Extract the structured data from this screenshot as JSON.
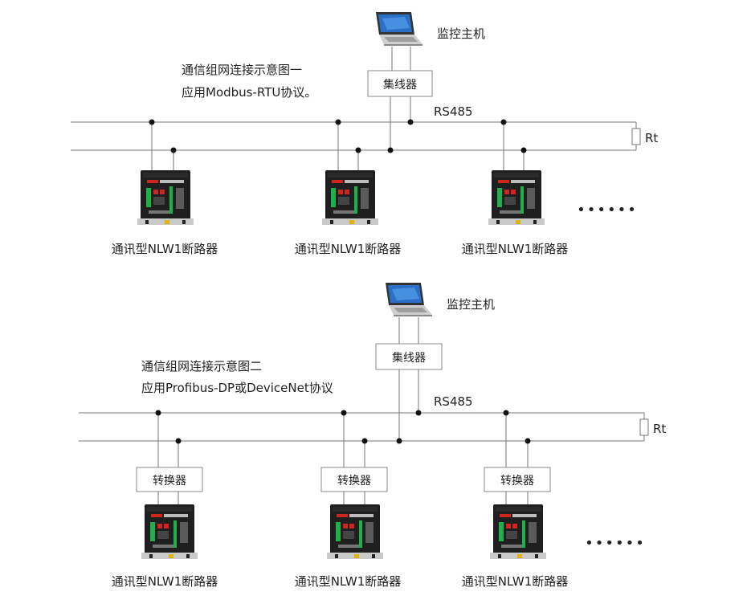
{
  "diagram1": {
    "title_line1": "通信组网连接示意图一",
    "title_line2": "应用Modbus-RTU协议。",
    "host_label": "监控主机",
    "hub_label": "集线器",
    "bus_label": "RS485",
    "terminator_label": "Rt",
    "breakers": [
      {
        "label": "通讯型NLW1断路器"
      },
      {
        "label": "通讯型NLW1断路器"
      },
      {
        "label": "通讯型NLW1断路器"
      }
    ],
    "ellipsis": "••••••"
  },
  "diagram2": {
    "title_line1": "通信组网连接示意图二",
    "title_line2": "应用Profibus-DP或DeviceNet协议",
    "host_label": "监控主机",
    "hub_label": "集线器",
    "bus_label": "RS485",
    "terminator_label": "Rt",
    "converters": [
      {
        "label": "转换器"
      },
      {
        "label": "转换器"
      },
      {
        "label": "转换器"
      }
    ],
    "breakers": [
      {
        "label": "通讯型NLW1断路器"
      },
      {
        "label": "通讯型NLW1断路器"
      },
      {
        "label": "通讯型NLW1断路器"
      }
    ],
    "ellipsis": "••••••"
  },
  "colors": {
    "line": "#777777",
    "dot": "#111111",
    "breaker_body": "#1f1f1f",
    "breaker_accent_red": "#d0251f",
    "breaker_accent_green": "#1db14b"
  }
}
